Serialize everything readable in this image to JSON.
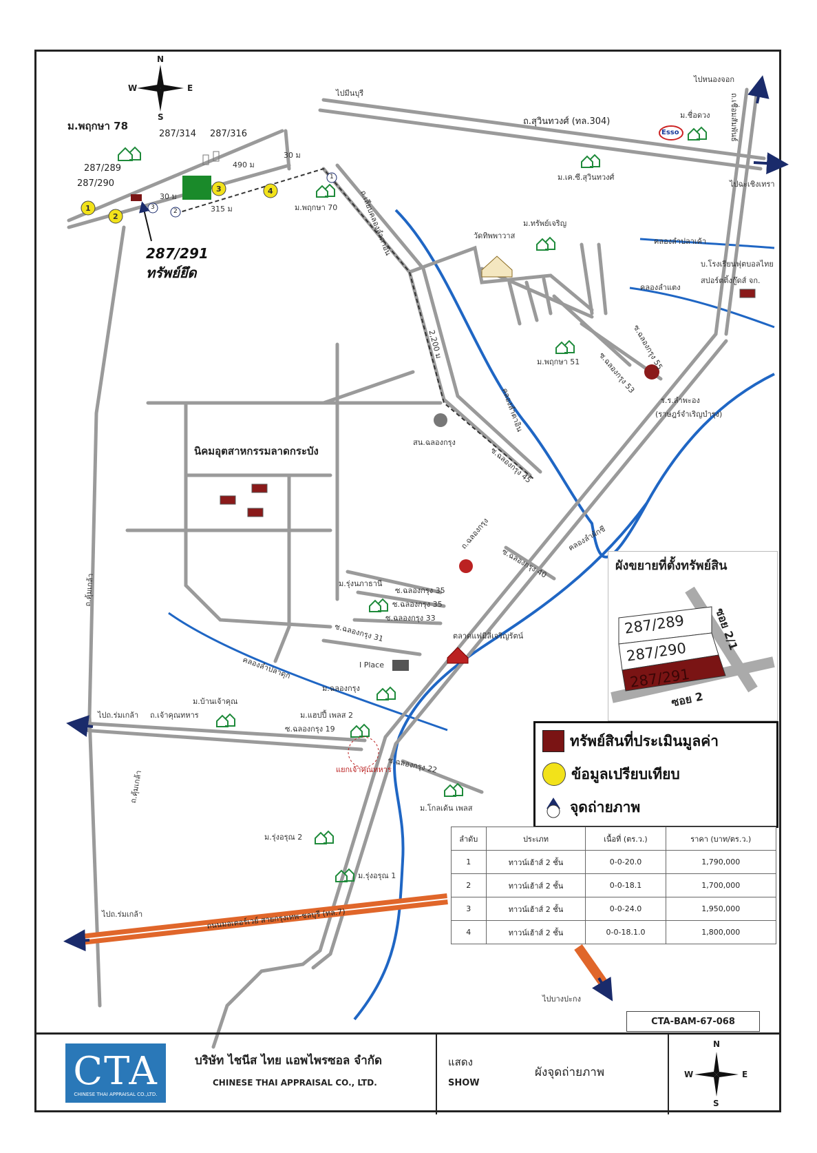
{
  "compass_top": {
    "n": "N",
    "s": "S",
    "e": "E",
    "w": "W"
  },
  "compass_footer": {
    "n": "N",
    "s": "S",
    "e": "E",
    "w": "W"
  },
  "map_labels": {
    "village_78": "ม.พฤกษา 78",
    "p314": "287/314",
    "p316": "287/316",
    "p289": "287/289",
    "p290": "287/290",
    "dist_490": "490 ม",
    "dist_30a": "30 ม",
    "dist_30b": "30 ม",
    "dist_315": "315 ม",
    "dist_2200": "2,200 ม",
    "village_70": "ม.พฤกษา 70",
    "hand_note_1": "287/291",
    "hand_note_2": "ทรัพย์ยึด",
    "to_minburi": "ไปมีนบุรี",
    "road_suwinthawong": "ถ.สุวินทวงศ์ (ทล.304)",
    "to_nongchok": "ไปหนองจอก",
    "to_chachoengsao": "ไปฉะเชิงเทรา",
    "village_chuedoung": "ม.ชื่อดวง",
    "esso": "Esso",
    "village_kc": "ม.เค.ซี.สุวินทวงศ์",
    "road_chueamsamphan": "ถ.เชื่อมสัมพันธ์",
    "wat": "วัดทิพพาวาส",
    "village_supcharoen": "ม.ทรัพย์เจริญ",
    "khlong_plaket": "คลองลำปลาเค้า",
    "khlong_lamtamaeng": "คลองลำแตง",
    "football": "บ.โรงเรียนฟุตบอลไทย",
    "football2": "สปอร์ตติ้งกู๊ดส์ จก.",
    "village_51": "ม.พฤกษา 51",
    "soi_55": "ซ.ฉลองกรุง 55",
    "soi_53": "ซ.ฉลองกรุง 53",
    "school_1": "ร.ร.ลำพะอง",
    "school_2": "(ราษฎร์จำเริญบำรุง)",
    "road_khlongmaui": "ถ.เลียบคลองลำตาอิน",
    "khlong_lamtaoin": "คลองลำตาอิน",
    "police": "สน.ฉลองกรุง",
    "soi_45": "ซ.ฉลองกรุง 45",
    "estate": "นิคมอุตสาหกรรมลาดกระบัง",
    "road_chalongkrung": "ถ.ฉลองกรุง",
    "khlong_lamphak": "คลองลำผักชี",
    "soi_40": "ซ.ฉลองกรุง 40",
    "village_rungnapha": "ม.รุ่งนภาธานี",
    "soi_35a": "ซ.ฉลองกรุง 35",
    "soi_35b": "ซ.ฉลองกรุง 35",
    "soi_33": "ซ.ฉลองกรุง 33",
    "soi_31": "ซ.ฉลองกรุง 31",
    "market": "ตลาดแฟมิลี่เจริญรัตน์",
    "iplace": "I Place",
    "khlong_lampla": "คลองลำปลาดุก",
    "village_chalong": "ม.ฉลองกรุง",
    "road_khumklao_a": "ถ.คุ้มเกล้า",
    "road_khumklao_b": "ถ.คุ้มเกล้า",
    "village_baanchaokhun": "ม.บ้านเจ้าคุณ",
    "to_romklao_top": "ไปถ.ร่มเกล้า",
    "road_chaokhun": "ถ.เจ้าคุณทหาร",
    "village_happy": "ม.แฮปปี้ เพลส 2",
    "soi_19": "ซ.ฉลองกรุง 19",
    "junction": "แยกเจ้าคุณทหาร",
    "soi_22": "ซ.ฉลองกรุง 22",
    "village_golden": "ม.โกลเด้น เพลส",
    "village_rungarun2": "ม.รุ่งอรุณ 2",
    "village_rungarun1": "ม.รุ่งอรุณ 1",
    "to_romklao_bottom": "ไปถ.ร่มเกล้า",
    "motorway": "ถนนมอเตอร์เวย์ สายกรุงเทพ-ชลบุรี (ทล.7)",
    "to_bangpakong": "ไปบางปะกง"
  },
  "markers": {
    "c1": "1",
    "c2": "2",
    "c3": "3",
    "c4": "4",
    "v1": "1",
    "v2": "2",
    "v3": "3"
  },
  "inset": {
    "title": "ผังขยายที่ตั้งทรัพย์สิน",
    "p289": "287/289",
    "p290": "287/290",
    "p291": "287/291",
    "soi_21": "ซอย 2/1",
    "soi_2": "ซอย 2"
  },
  "legend": {
    "subject": "ทรัพย์สินที่ประเมินมูลค่า",
    "comparable": "ข้อมูลเปรียบเทียบ",
    "viewpoint": "จุดถ่ายภาพ"
  },
  "comparables_table": {
    "headers": [
      "ลำดับ",
      "ประเภท",
      "เนื้อที่ (ตร.ว.)",
      "ราคา (บาท/ตร.ว.)"
    ],
    "rows": [
      [
        "1",
        "ทาวน์เฮ้าส์ 2 ชั้น",
        "0-0-20.0",
        "1,790,000"
      ],
      [
        "2",
        "ทาวน์เฮ้าส์ 2 ชั้น",
        "0-0-18.1",
        "1,700,000"
      ],
      [
        "3",
        "ทาวน์เฮ้าส์ 2 ชั้น",
        "0-0-24.0",
        "1,950,000"
      ],
      [
        "4",
        "ทาวน์เฮ้าส์ 2 ชั้น",
        "0-0-18.1.0",
        "1,800,000"
      ]
    ]
  },
  "doc_code": "CTA-BAM-67-068",
  "footer": {
    "logo_text": "CTA",
    "logo_sub": "CHINESE THAI APPRAISAL CO.,LTD.",
    "company_th": "บริษัท ไชนีส ไทย แอพไพรซอล จำกัด",
    "company_en": "CHINESE THAI APPRAISAL CO., LTD.",
    "show_th": "แสดง",
    "show_en": "SHOW",
    "subject": "ผังจุดถ่ายภาพ"
  },
  "colors": {
    "road": "#9a9a9a",
    "river": "#1f66c4",
    "motorway": "#e0662a",
    "subject": "#7a1414",
    "comparable": "#f2e21a",
    "village_icon": "#1e8a3a",
    "arrow": "#1a2b6b"
  }
}
